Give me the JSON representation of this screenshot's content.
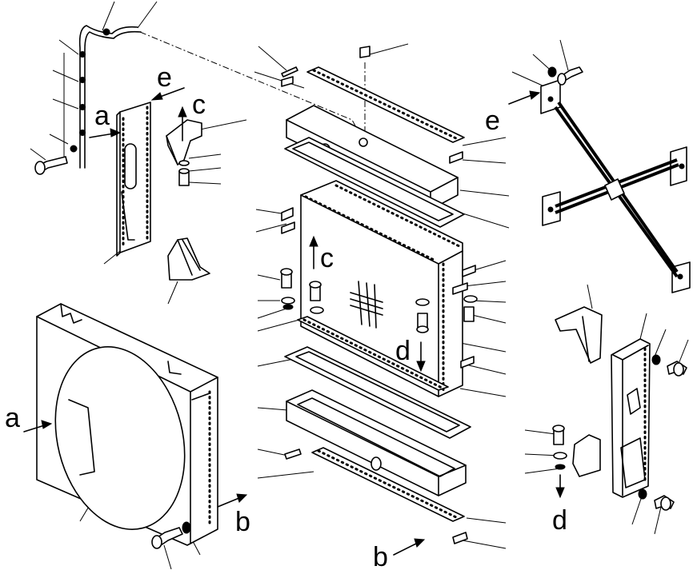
{
  "labels": {
    "a_left": "a",
    "a_right": "a",
    "b_left": "b",
    "b_right": "b",
    "c_left": "c",
    "c_right": "c",
    "d_left": "d",
    "d_right": "d",
    "e_left": "e",
    "e_right": "e"
  }
}
